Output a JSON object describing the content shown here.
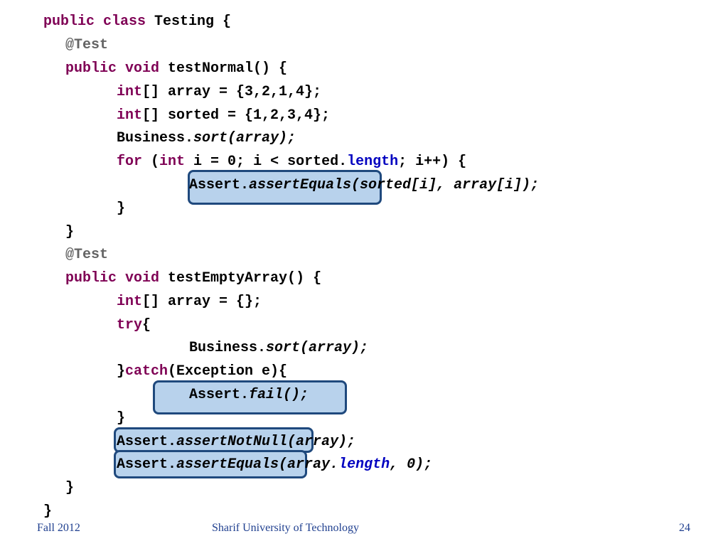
{
  "code": {
    "class_open": {
      "kw": "public class",
      "name": " Testing {"
    },
    "ann1": "@Test",
    "m1_sig": {
      "kw": "public void",
      "rest": " testNormal() {"
    },
    "m1_array": {
      "kw": "int",
      "rest": "[] array = {3,2,1,4};"
    },
    "m1_sorted": {
      "kw": "int",
      "rest": "[] sorted = {1,2,3,4};"
    },
    "m1_sort": {
      "obj": "Business.",
      "call": "sort(array);"
    },
    "m1_for": {
      "kw1": "for",
      "p1": " (",
      "kw2": "int",
      "p2": " i = 0; i < sorted.",
      "field": "length",
      "p3": "; i++) {"
    },
    "m1_assert": {
      "obj": "Assert.",
      "method": "assertEquals",
      "args": "(sorted[i], array[i]);"
    },
    "brace": "}",
    "ann2": "@Test",
    "m2_sig": {
      "kw": "public void",
      "rest": " testEmptyArray() {"
    },
    "m2_array": {
      "kw": "int",
      "rest": "[] array = {};"
    },
    "m2_try": {
      "kw": "try",
      "rest": "{"
    },
    "m2_sort": {
      "obj": "Business.",
      "call": "sort(array);"
    },
    "m2_catch": {
      "pre": "}",
      "kw": "catch",
      "rest": "(Exception e){"
    },
    "m2_fail": {
      "obj": "Assert.",
      "method": "fail();"
    },
    "m2_notnull": {
      "obj": "Assert.",
      "method": "assertNotNull",
      "args": "(array);"
    },
    "m2_equals": {
      "obj": "Assert.",
      "method": "assertEquals",
      "args_a": "(array.",
      "field": "length",
      "args_b": ", 0);"
    }
  },
  "footer": {
    "left": "Fall 2012",
    "center": "Sharif University of Technology",
    "page": "24"
  },
  "colors": {
    "keyword": "#7f0055",
    "annotation": "#646464",
    "field": "#0000c0",
    "highlight_fill": "#b8d2ec",
    "highlight_border": "#1f497d",
    "footer_text": "#1f3f8f"
  }
}
